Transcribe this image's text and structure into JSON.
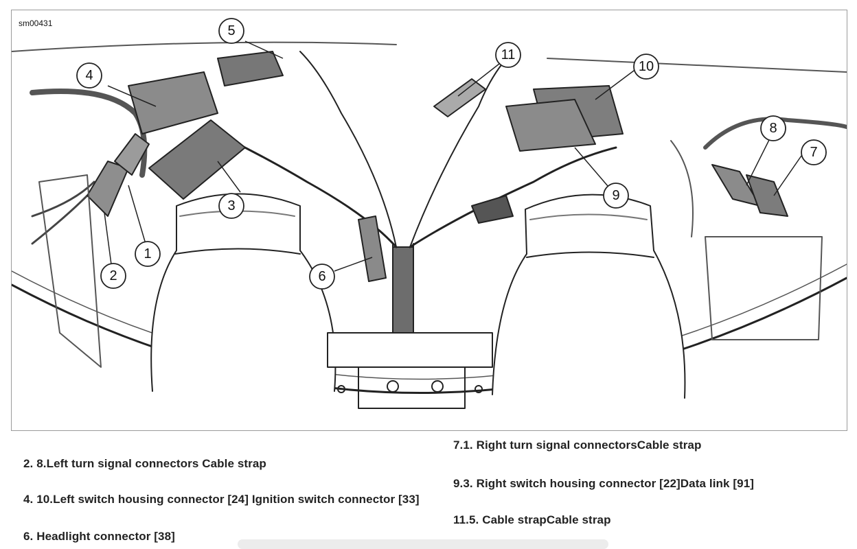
{
  "figure_id": "sm00431",
  "callouts": [
    "1",
    "2",
    "3",
    "4",
    "5",
    "6",
    "7",
    "8",
    "9",
    "10",
    "11"
  ],
  "legend": {
    "line_7_1": "7.1. Right turn signal connectorsCable strap",
    "line_2_8": "2. 8.Left turn signal connectors Cable strap",
    "line_9_3": "9.3. Right switch housing connector [22]Data link [91]",
    "line_4_10": "4. 10.Left switch housing connector [24] Ignition switch connector [33]",
    "line_11_5": "11.5. Cable strapCable strap",
    "line_6": "6. Headlight connector [38]"
  }
}
